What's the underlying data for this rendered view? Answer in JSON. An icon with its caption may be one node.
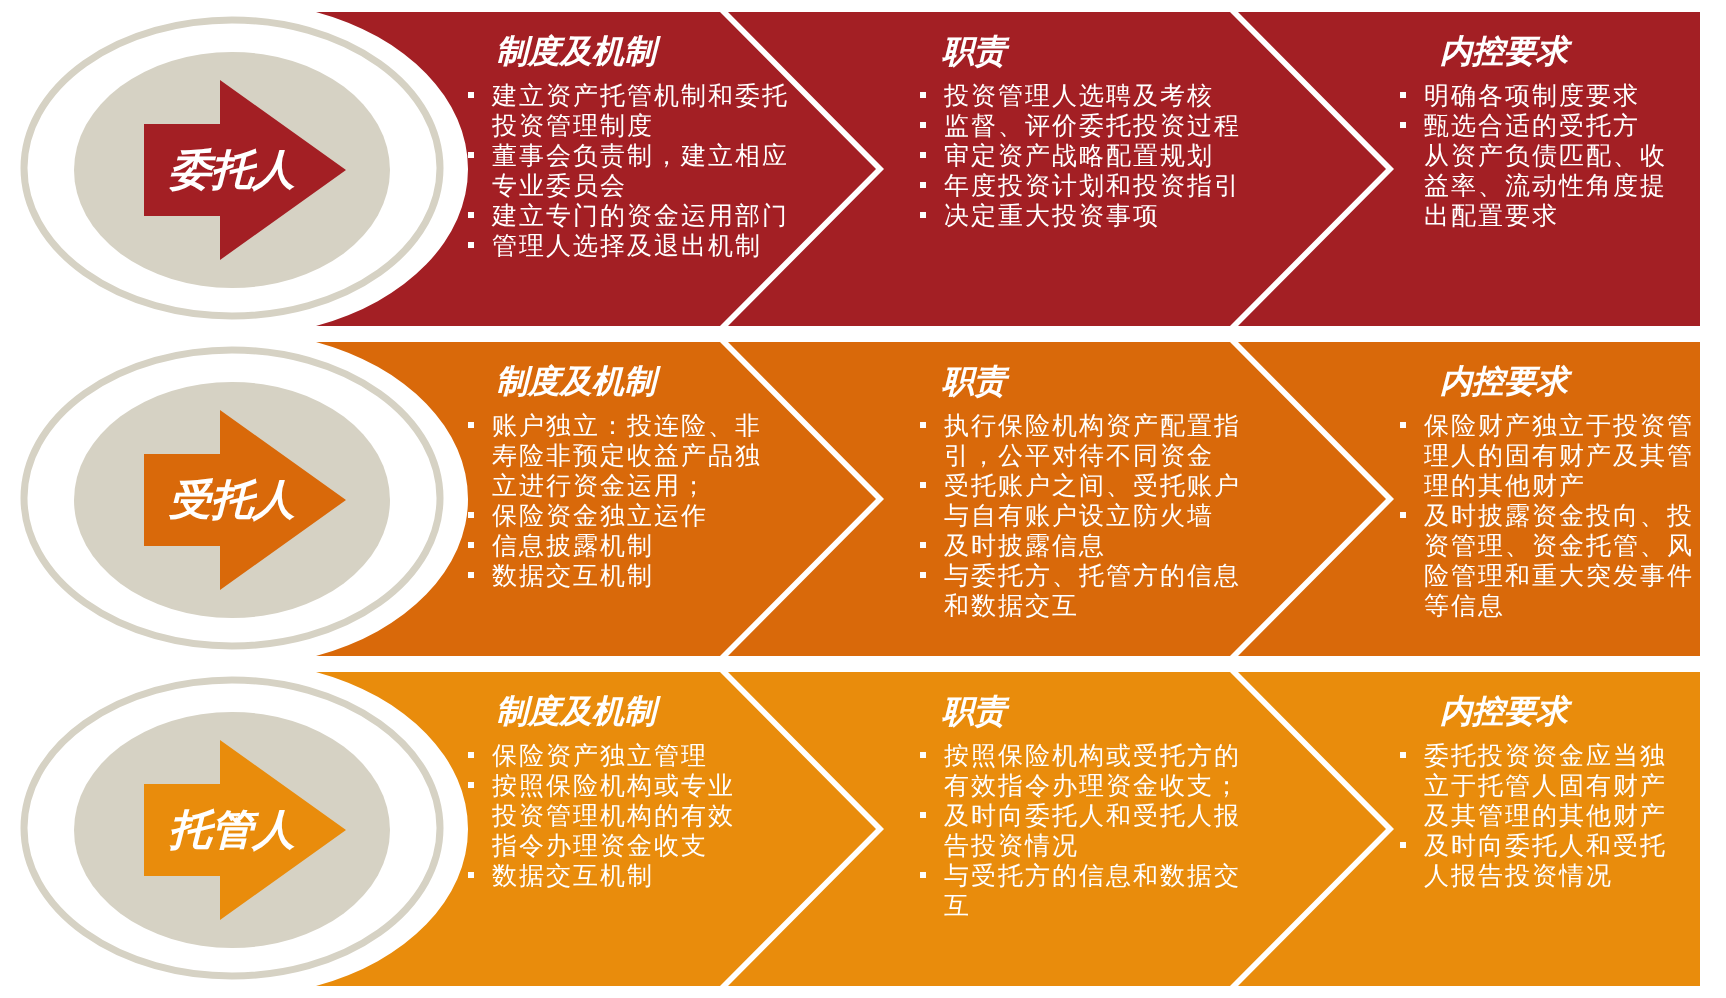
{
  "diagram": {
    "nodes": [
      {
        "text": [
          "委托人"
        ]
      },
      {
        "text": [
          "制度及机制",
          "建立资产托管机制和委托投资管理制度",
          "董事会负责制，建立相应专业委员会",
          "建立专门的资金运用部门",
          "管理人选择及退出机制"
        ]
      },
      {
        "text": [
          "职责",
          "投资管理人选聘及考核",
          "监督、评价委托投资过程",
          "审定资产战略配置规划",
          "年度投资计划和投资指引",
          "决定重大投资事项"
        ]
      },
      {
        "text": [
          "内控要求",
          "明确各项制度要求",
          "甄选合适的受托方",
          "从资产负债匹配、收益率、流动性角度提出配置要求"
        ]
      },
      {
        "text": [
          "受托人"
        ]
      },
      {
        "text": [
          "制度及机制",
          "账户独立：投连险、非寿险非预定收益产品独立进行资金运用；",
          "保险资金独立运作",
          "信息披露机制",
          "数据交互机制"
        ]
      },
      {
        "text": [
          "职责",
          "执行保险机构资产配置指引，公平对待不同资金",
          "受托账户之间、受托账户与自有账户设立防火墙",
          "及时披露信息",
          "与委托方、托管方的信息和数据交互"
        ]
      },
      {
        "text": [
          "内控要求",
          "保险财产独立于投资管理人的固有财产及其管理的其他财产",
          "及时披露资金投向、投资管理、资金托管、风险管理和重大突发事件等信息"
        ]
      },
      {
        "text": [
          "托管人"
        ]
      },
      {
        "text": [
          "制度及机制",
          "保险资产独立管理",
          "按照保险机构或专业投资管理机构的有效指令办理资金收支",
          "数据交互机制"
        ]
      },
      {
        "text": [
          "职责",
          "按照保险机构或受托方的有效指令办理资金收支；",
          "及时向委托人和受托人报告投资情况",
          "与受托方的信息和数据交互"
        ]
      },
      {
        "text": [
          "内控要求",
          "委托投资资金应当独立于托管人固有财产及其管理的其他财产",
          "及时向委托人和受托人报告投资情况"
        ]
      }
    ]
  }
}
